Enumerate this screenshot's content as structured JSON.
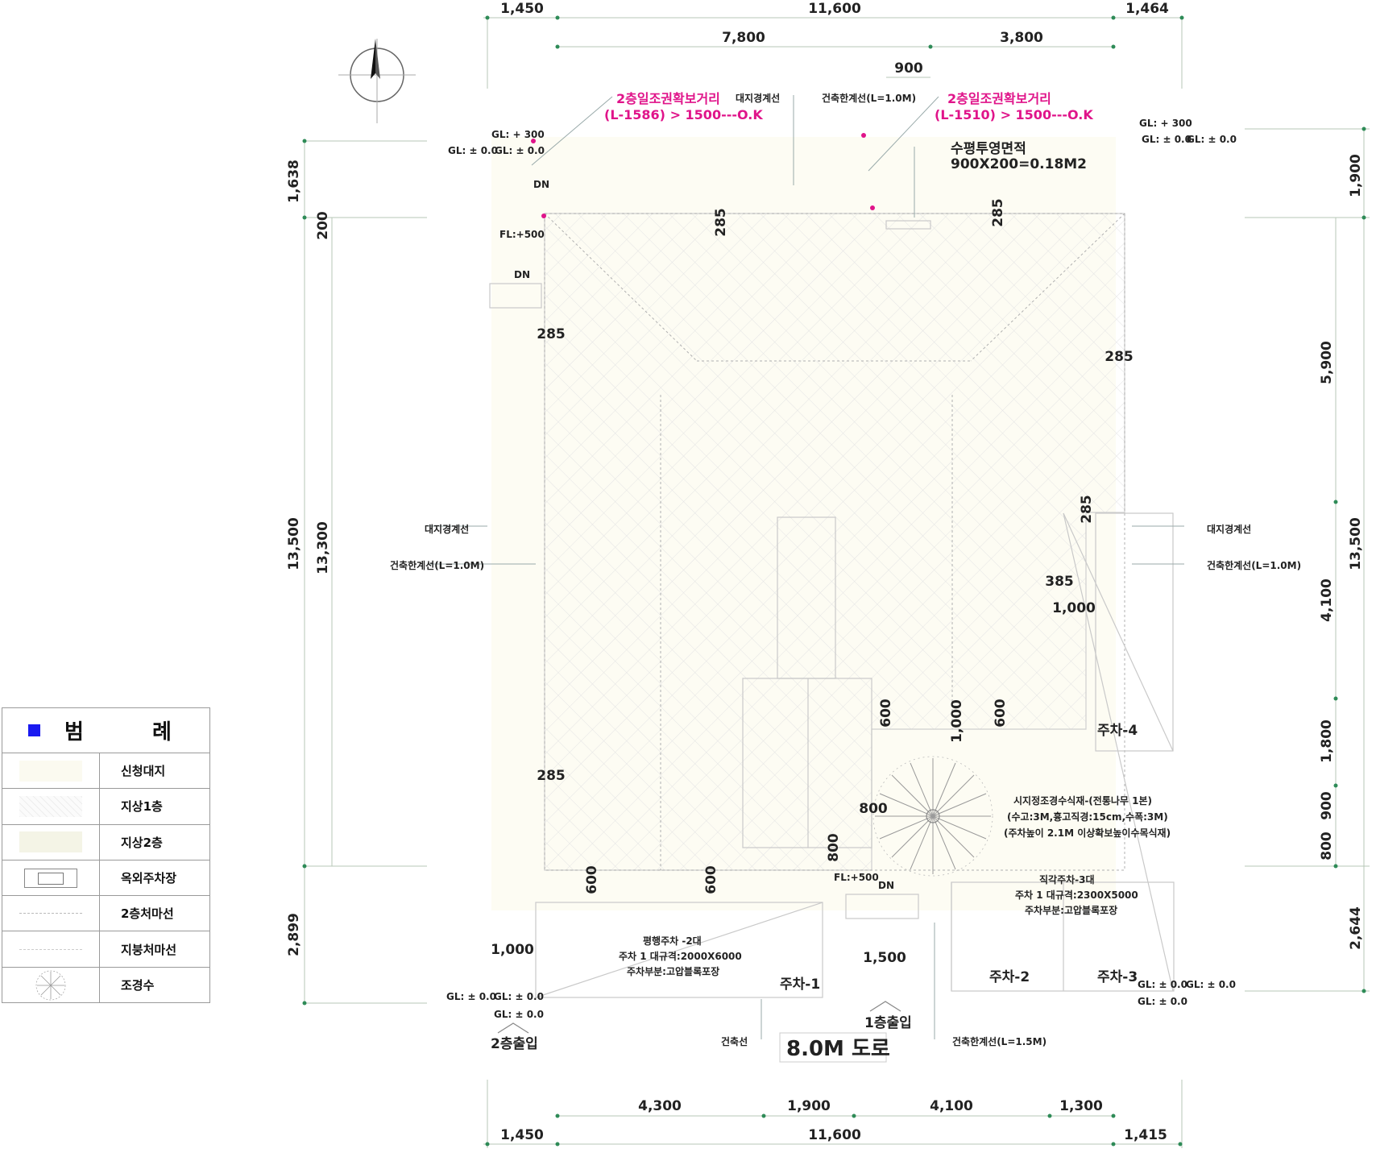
{
  "dims_top": {
    "a": "1,450",
    "b": "11,600",
    "c": "1,464",
    "d": "7,800",
    "e": "3,800",
    "f": "900"
  },
  "dims_bottom": {
    "a": "4,300",
    "b": "1,900",
    "c": "4,100",
    "d": "1,300",
    "e": "1,450",
    "f": "11,600",
    "g": "1,415"
  },
  "dims_left": {
    "a": "1,638",
    "b": "200",
    "c": "13,500",
    "d": "13,300",
    "e": "2,899"
  },
  "dims_right": {
    "a": "1,900",
    "b": "5,900",
    "c": "4,100",
    "d": "1,800",
    "e": "900",
    "f": "800",
    "g": "13,500",
    "h": "2,644"
  },
  "dims_inner": {
    "d285a": "285",
    "d285b": "285",
    "d285c": "285",
    "d285d": "285",
    "d285e": "285",
    "d285f": "285",
    "d385": "385",
    "d1000a": "1,000",
    "d600a": "600",
    "d1000b": "1,000",
    "d600b": "600",
    "d800a": "800",
    "d800b": "800",
    "d600c": "600",
    "d600d": "600",
    "d1000c": "1,000",
    "d1500": "1,500"
  },
  "labels": {
    "sunlight_left_1": "2층일조권확보거리",
    "sunlight_left_2": "(L-1586) > 1500---O.K",
    "sunlight_right_1": "2층일조권확보거리",
    "sunlight_right_2": "(L-1510) > 1500---O.K",
    "site_boundary_top": "대지경계선",
    "setback_top": "건축한계선(L=1.0M)",
    "horiz_area_1": "수평투영면적",
    "horiz_area_2": "900X200=0.18M2",
    "gl_300_left": "GL: + 300",
    "gl_00_left_a": "GL: ± 0.0",
    "gl_00_left_b": "GL: ± 0.0",
    "gl_300_right": "GL: + 300",
    "gl_00_right_a": "GL: ± 0.0",
    "gl_00_right_b": "GL: ± 0.0",
    "dn_a": "DN",
    "fl500_a": "FL:+500",
    "dn_b": "DN",
    "site_boundary_left": "대지경계선",
    "setback_left": "건축한계선(L=1.0M)",
    "site_boundary_right": "대지경계선",
    "setback_right": "건축한계선(L=1.0M)",
    "park4": "주차-4",
    "tree_1": "시지정조경수식재-(전통나무 1본)",
    "tree_2": "(수고:3M,흉고직경:15cm,수폭:3M)",
    "tree_3": "(주차높이 2.1M 이상확보높이수목식재)",
    "fl500_b": "FL:+500",
    "dn_c": "DN",
    "perp_1": "직각주차-3대",
    "perp_2": "주차 1 대규격:2300X5000",
    "perp_3": "주차부분:고압블록포장",
    "par_1": "평행주차 -2대",
    "par_2": "주차 1 대규격:2000X6000",
    "par_3": "주차부분:고압블록포장",
    "park1": "주차-1",
    "park2": "주차-2",
    "park3": "주차-3",
    "gl_bl_a": "GL: ± 0.0",
    "gl_bl_b": "GL: ± 0.0",
    "gl_bl_c": "GL: ± 0.0",
    "gl_br_a": "GL: ± 0.0",
    "gl_br_b": "GL: ± 0.0",
    "gl_br_c": "GL: ± 0.0",
    "entry2": "2층출입",
    "entry1": "1층출입",
    "building_line": "건축선",
    "road": "8.0M 도로",
    "setback_bottom": "건축한계선(L=1.5M)"
  },
  "legend": {
    "title": "범 례",
    "items": [
      "신청대지",
      "지상1층",
      "지상2층",
      "옥외주차장",
      "2층처마선",
      "지붕처마선",
      "조경수"
    ]
  },
  "colors": {
    "pink": "#e0148a",
    "legend_marker": "#1a1af0",
    "dim_dot": "#2e8b57"
  },
  "icons": [
    "north-arrow-icon",
    "tree-icon",
    "parking-car-icon"
  ]
}
